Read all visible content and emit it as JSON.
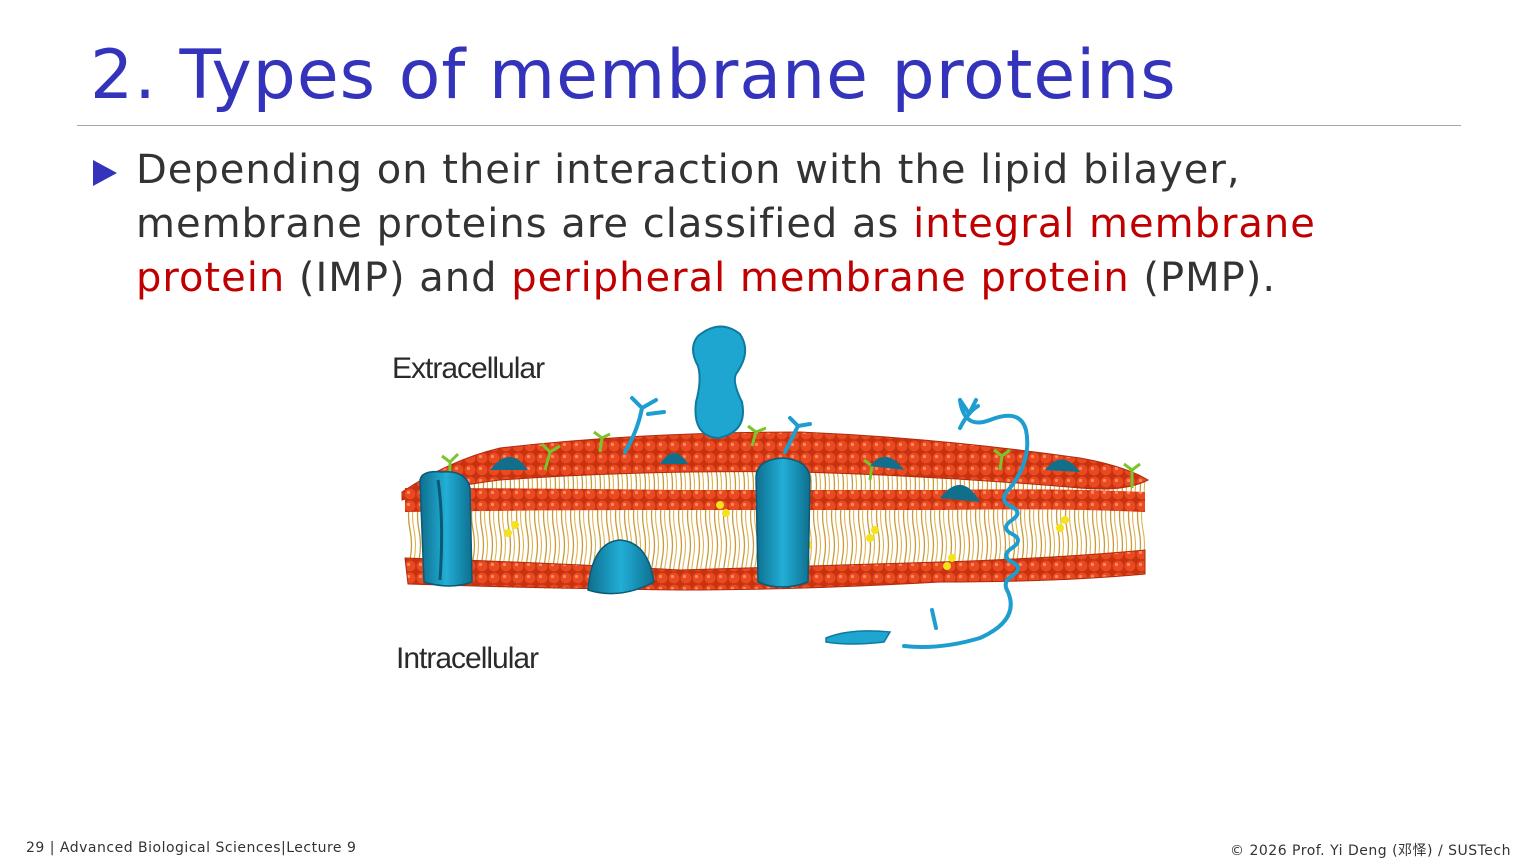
{
  "slide": {
    "title": "2. Types of membrane proteins",
    "bullet": {
      "part1": "Depending on their interaction with the lipid bilayer, membrane proteins are classified as ",
      "term1": "integral membrane protein",
      "part2": " (IMP) and ",
      "term2": "peripheral membrane protein",
      "part3": " (PMP)."
    }
  },
  "figure": {
    "label_top": "Extracellular",
    "label_bottom": "Intracellular"
  },
  "footer": {
    "left": "29 | Advanced Biological Sciences|Lecture 9",
    "right": "© 2026 Prof. Yi Deng (邓怿) / SUSTech"
  },
  "colors": {
    "title": "#3333bb",
    "highlight": "#c00000",
    "text": "#333333",
    "protein": "#1ea6d0",
    "lipid_head": "#e2401c"
  }
}
